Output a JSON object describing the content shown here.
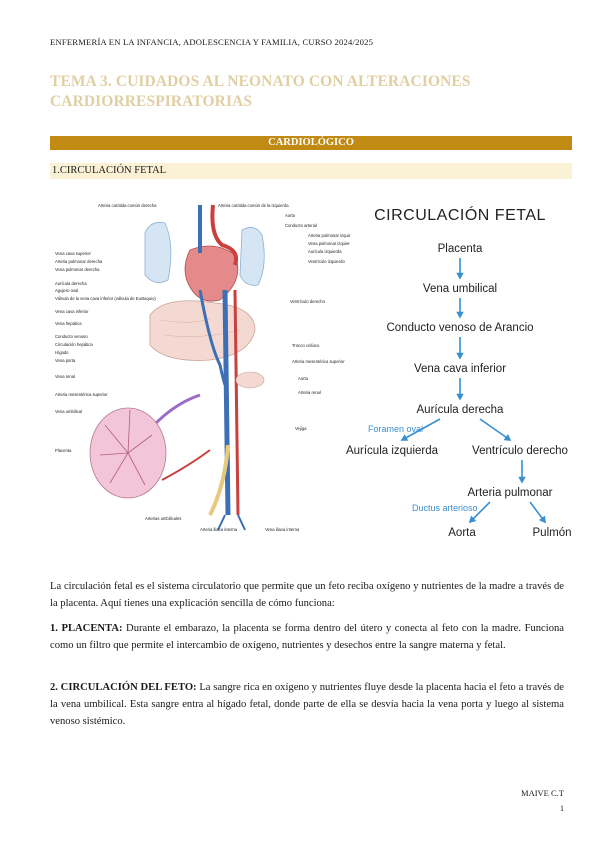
{
  "header": "ENFERMERÍA EN LA INFANCIA, ADOLESCENCIA Y FAMILIA, CURSO 2024/2025",
  "title": "TEMA 3. CUIDADOS AL NEONATO CON ALTERACIONES CARDIORRESPIRATORIAS",
  "section_bar": "CARDIOLÓGICO",
  "subsection": "1.CIRCULACIÓN FETAL",
  "anatomy_labels": {
    "left": [
      "Arteria carótida común derecha",
      "Vena cava superior",
      "Arteria pulmonar derecha",
      "Vena pulmonar derecha",
      "Aurícula derecha",
      "Agujero oval",
      "Válvula de la vena cava inferior (válvula de Eustaquio)",
      "Vena cava inferior",
      "Vena hepática",
      "Conducto venoso",
      "Circulación hepática",
      "Hígado",
      "Vena porta",
      "Vena renal",
      "Arteria mesentérica superior",
      "Vena umbilical",
      "Placenta"
    ],
    "right": [
      "Arteria carótida común de la izquierda",
      "Aorta",
      "Conducto arterial",
      "Arteria pulmonar izquierda",
      "Vena pulmonar izquierda",
      "Aurícula izquierda",
      "Ventrículo izquierdo",
      "Ventrículo derecho",
      "Tronco celíaco",
      "Arteria mesentérica superior",
      "Aorta",
      "Arteria renal",
      "Vejiga",
      "Arterias umbilicales",
      "Arteria iliaca interna",
      "Vena iliaca interna"
    ]
  },
  "flow": {
    "title": "CIRCULACIÓN FETAL",
    "steps": [
      "Placenta",
      "Vena umbilical",
      "Conducto venoso de Arancio",
      "Vena cava inferior",
      "Aurícula derecha",
      "Aurícula izquierda",
      "Ventrículo derecho",
      "Arteria pulmonar",
      "Aorta",
      "Pulmón"
    ],
    "foramen": "Foramen oval",
    "ductus": "Ductus arterioso"
  },
  "body": {
    "intro": "La circulación fetal es el sistema circulatorio que permite que un feto reciba oxígeno y nutrientes de la madre a través de la placenta. Aquí tienes una explicación sencilla de cómo funciona:",
    "p1_lead": "1. PLACENTA:",
    "p1_text": " Durante el embarazo, la placenta se forma dentro del útero y conecta al feto con la madre. Funciona como un filtro que permite el intercambio de oxígeno, nutrientes y desechos entre la sangre materna y fetal.",
    "p2_lead": "2. CIRCULACIÓN DEL FETO:",
    "p2_text": " La sangre rica en oxígeno y nutrientes fluye desde la placenta hacia el feto a través de la vena umbilical. Esta sangre entra al hígado fetal, donde parte de ella se desvía hacia la vena porta y luego al sistema venoso sistémico."
  },
  "footer": {
    "author": "MAIVE C.T",
    "page": "1"
  },
  "colors": {
    "accent": "#c08a13",
    "subbar": "#fbf2d6",
    "title": "#e0cfa2",
    "flow_blue": "#3a8fd0"
  }
}
